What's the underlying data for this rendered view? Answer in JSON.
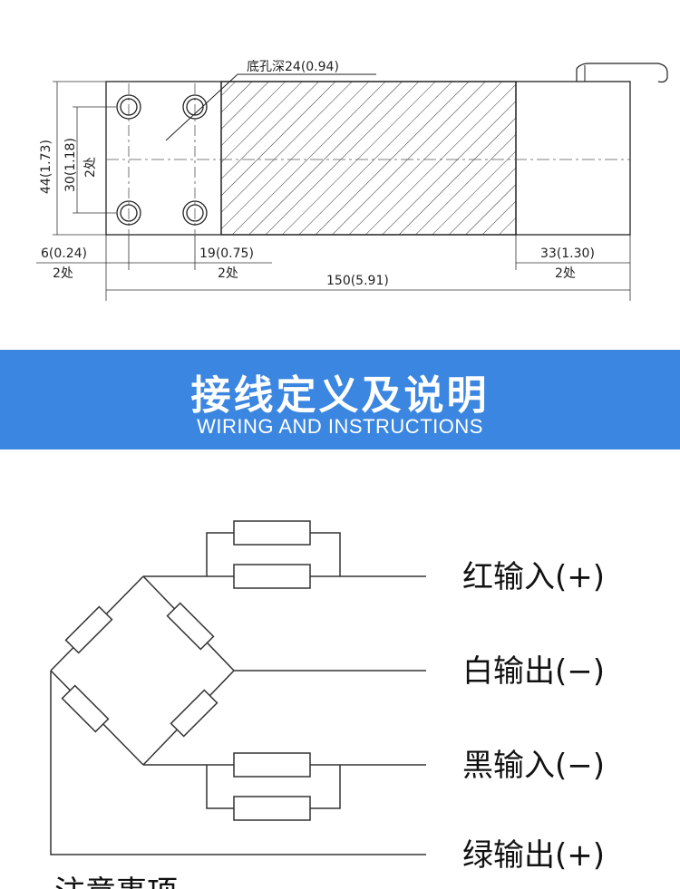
{
  "drawing": {
    "hole_note": "底孔深24(0.94)",
    "dim_height_total": "44(1.73)",
    "dim_height_inner": "30(1.18)",
    "dim_height_inner_count": "2处",
    "dim_left_offset": "6(0.24)",
    "dim_left_offset_count": "2处",
    "dim_hole_pitch": "19(0.75)",
    "dim_hole_pitch_count": "2处",
    "dim_total_length": "150(5.91)",
    "dim_right_hole": "33(1.30)",
    "dim_right_hole_count": "2处"
  },
  "banner": {
    "title": "接线定义及说明",
    "subtitle": "WIRING AND INSTRUCTIONS",
    "color": "#3b86e0"
  },
  "wiring": {
    "labels": [
      "红输入(+)",
      "白输出(−)",
      "黑输入(−)",
      "绿输出(+)"
    ]
  },
  "footer_partial_text": "注意事项"
}
